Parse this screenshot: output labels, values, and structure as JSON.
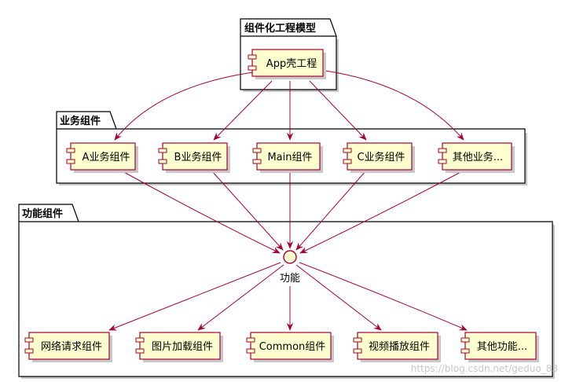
{
  "colors": {
    "component_fill": "#FEFECE",
    "component_stroke": "#A80036",
    "arrow": "#A80036",
    "package_stroke": "#000000",
    "shadow": "#c9c9c9"
  },
  "packages": {
    "shell": {
      "title": "组件化工程模型"
    },
    "business": {
      "title": "业务组件"
    },
    "function": {
      "title": "功能组件"
    }
  },
  "shell_component": {
    "label": "App壳工程"
  },
  "business_components": [
    {
      "label": "A业务组件"
    },
    {
      "label": "B业务组件"
    },
    {
      "label": "Main组件"
    },
    {
      "label": "C业务组件"
    },
    {
      "label": "其他业务..."
    }
  ],
  "interface": {
    "label": "功能"
  },
  "function_components": [
    {
      "label": "网络请求组件"
    },
    {
      "label": "图片加载组件"
    },
    {
      "label": "Common组件"
    },
    {
      "label": "视频播放组件"
    },
    {
      "label": "其他功能..."
    }
  ],
  "watermark": "https://blog.csdn.net/geduo_83"
}
